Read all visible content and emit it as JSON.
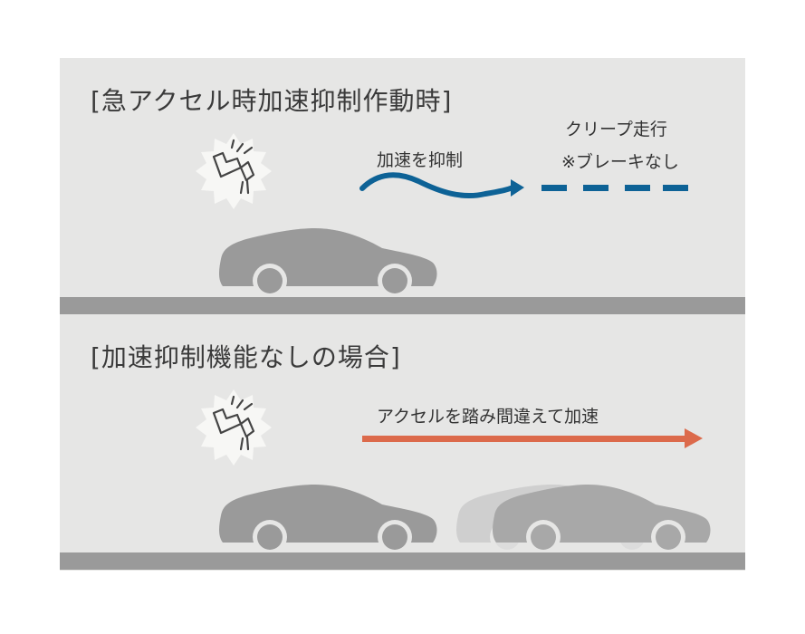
{
  "top": {
    "heading": "[急アクセル時加速抑制作動時]",
    "suppression_label": "加速を抑制",
    "creep_label": "クリープ走行",
    "no_brake_label": "※ブレーキなし",
    "colors": {
      "arrow": "#0d6296",
      "car": "#9a9a9a",
      "car_ghost": "#cfcfcf"
    }
  },
  "bottom": {
    "heading": "[加速抑制機能なしの場合]",
    "mistake_label": "アクセルを踏み間違えて加速",
    "colors": {
      "arrow": "#dc6a4b",
      "car": "#9a9a9a",
      "car_ghost": "#cfcfcf"
    }
  },
  "icons": {
    "pedal": "foot-on-pedal-icon",
    "burst": "starburst-icon"
  }
}
